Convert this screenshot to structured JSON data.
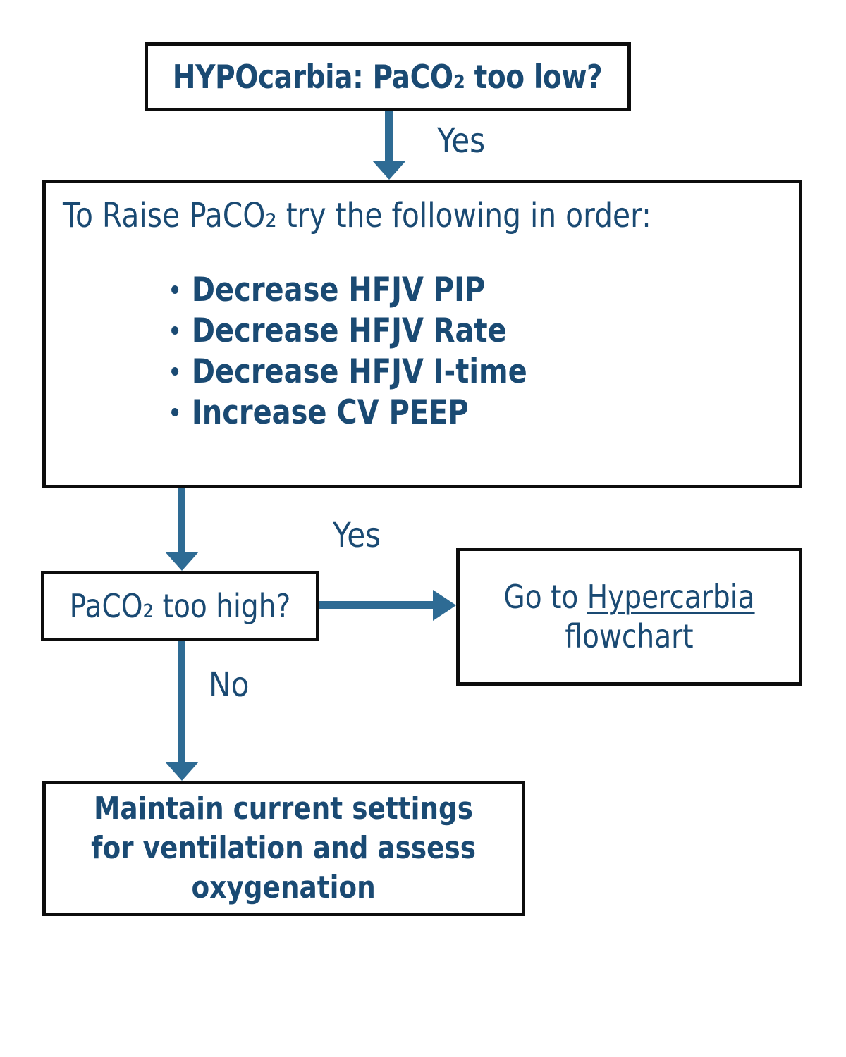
{
  "colors": {
    "text_navy": "#1a4a73",
    "arrow_blue": "#2e6b94",
    "box_border": "#0d0d0d",
    "background": "#ffffff"
  },
  "flowchart": {
    "title": "HYPOcarbia: PaCO₂ too low?",
    "arrow1_label": "Yes",
    "step1": {
      "heading": "To Raise PaCO₂ try the following in order:",
      "bullets": [
        "Decrease HFJV PIP",
        "Decrease HFJV Rate",
        "Decrease HFJV I-time",
        "Increase CV PEEP"
      ]
    },
    "decision": {
      "question": "PaCO₂ too high?",
      "yes_label": "Yes",
      "no_label": "No"
    },
    "goto_box": {
      "prefix": "Go to ",
      "link": "Hypercarbia",
      "line2": "flowchart"
    },
    "maintain_box": {
      "lines": [
        "Maintain current settings",
        "for ventilation and assess",
        "oxygenation"
      ]
    }
  }
}
